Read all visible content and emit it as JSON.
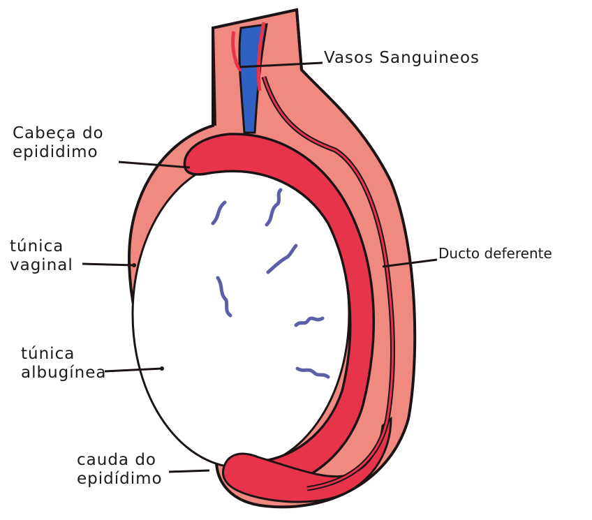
{
  "colors": {
    "outer_layer": "#f08a80",
    "epididymis": "#e8344b",
    "vein": "#2f61c2",
    "outline": "#1c1414",
    "sperm": "#5a5fa8"
  },
  "labels": {
    "vessels": "Vasos Sanguineos",
    "head_line1": "Cabeça do",
    "head_line2": "epididimo",
    "tunica_vaginal_line1": "túnica",
    "tunica_vaginal_line2": "vaginal",
    "tunica_albuginea_line1": "túnica",
    "tunica_albuginea_line2": "albugínea",
    "duct": "Ducto deferente",
    "tail_line1": "cauda do",
    "tail_line2": "epidídimo"
  }
}
